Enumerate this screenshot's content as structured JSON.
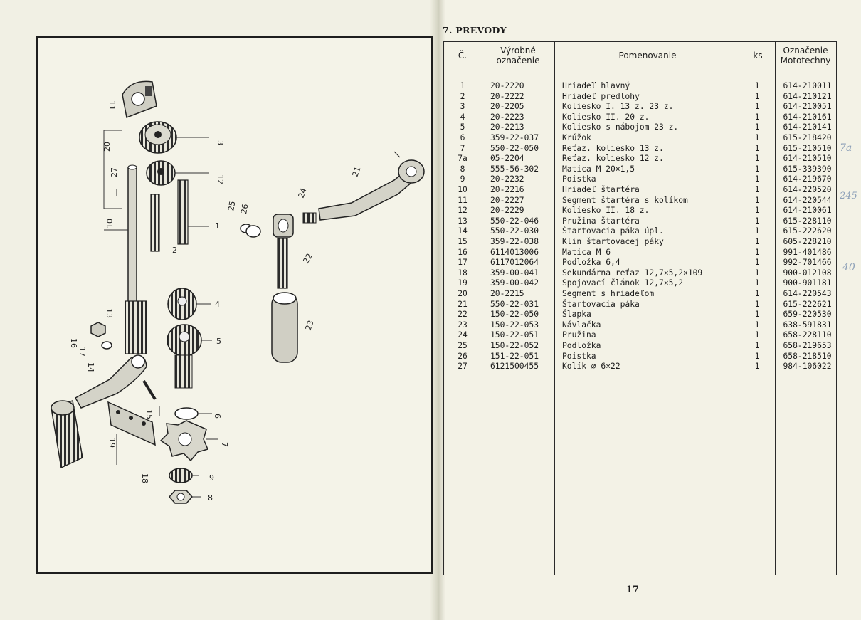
{
  "section_title": "7. PREVODY",
  "page_number": "17",
  "table": {
    "headers": {
      "no": "Č.",
      "code_line1": "Výrobné",
      "code_line2": "označenie",
      "name": "Pomenovanie",
      "ks": "ks",
      "moto_line1": "Označenie",
      "moto_line2": "Mototechny"
    },
    "rows": [
      {
        "no": "1",
        "code": "20-2220",
        "name": "Hriadeľ hlavný",
        "ks": "1",
        "moto": "614-210011"
      },
      {
        "no": "2",
        "code": "20-2222",
        "name": "Hriadeľ predlohy",
        "ks": "1",
        "moto": "614-210121"
      },
      {
        "no": "3",
        "code": "20-2205",
        "name": "Koliesko I. 13 z. 23 z.",
        "ks": "1",
        "moto": "614-210051"
      },
      {
        "no": "4",
        "code": "20-2223",
        "name": "Koliesko II. 20 z.",
        "ks": "1",
        "moto": "614-210161"
      },
      {
        "no": "5",
        "code": "20-2213",
        "name": "Koliesko s nábojom 23 z.",
        "ks": "1",
        "moto": "614-210141"
      },
      {
        "no": "6",
        "code": "359-22-037",
        "name": "Krúžok",
        "ks": "1",
        "moto": "615-218420"
      },
      {
        "no": "7",
        "code": "550-22-050",
        "name": "Reťaz. koliesko 13 z.",
        "ks": "1",
        "moto": "615-210510"
      },
      {
        "no": "7a",
        "code": "05-2204",
        "name": "Reťaz. koliesko 12 z.",
        "ks": "1",
        "moto": "614-210510"
      },
      {
        "no": "8",
        "code": "555-56-302",
        "name": "Matica M 20×1,5",
        "ks": "1",
        "moto": "615-339390"
      },
      {
        "no": "9",
        "code": "20-2232",
        "name": "Poistka",
        "ks": "1",
        "moto": "614-219670"
      },
      {
        "no": "10",
        "code": "20-2216",
        "name": "Hriadeľ štartéra",
        "ks": "1",
        "moto": "614-220520"
      },
      {
        "no": "11",
        "code": "20-2227",
        "name": "Segment štartéra s kolíkom",
        "ks": "1",
        "moto": "614-220544"
      },
      {
        "no": "12",
        "code": "20-2229",
        "name": "Koliesko II. 18 z.",
        "ks": "1",
        "moto": "614-210061"
      },
      {
        "no": "13",
        "code": "550-22-046",
        "name": "Pružina štartéra",
        "ks": "1",
        "moto": "615-228110"
      },
      {
        "no": "14",
        "code": "550-22-030",
        "name": "Štartovacia páka úpl.",
        "ks": "1",
        "moto": "615-222620"
      },
      {
        "no": "15",
        "code": "359-22-038",
        "name": "Klin štartovacej páky",
        "ks": "1",
        "moto": "605-228210"
      },
      {
        "no": "16",
        "code": "6114013006",
        "name": "Matica M 6",
        "ks": "1",
        "moto": "991-401486"
      },
      {
        "no": "17",
        "code": "6117012064",
        "name": "Podložka 6,4",
        "ks": "1",
        "moto": "992-701466"
      },
      {
        "no": "18",
        "code": "359-00-041",
        "name": "Sekundárna reťaz 12,7×5,2×109",
        "ks": "1",
        "moto": "900-012108"
      },
      {
        "no": "19",
        "code": "359-00-042",
        "name": "Spojovací článok 12,7×5,2",
        "ks": "1",
        "moto": "900-901181"
      },
      {
        "no": "20",
        "code": "20-2215",
        "name": "Segment s hriadeľom",
        "ks": "1",
        "moto": "614-220543"
      },
      {
        "no": "21",
        "code": "550-22-031",
        "name": "Štartovacia páka",
        "ks": "1",
        "moto": "615-222621"
      },
      {
        "no": "22",
        "code": "150-22-050",
        "name": "Šlapka",
        "ks": "1",
        "moto": "659-220530"
      },
      {
        "no": "23",
        "code": "150-22-053",
        "name": "Návlačka",
        "ks": "1",
        "moto": "638-591831"
      },
      {
        "no": "24",
        "code": "150-22-051",
        "name": "Pružina",
        "ks": "1",
        "moto": "658-228110"
      },
      {
        "no": "25",
        "code": "150-22-052",
        "name": "Podložka",
        "ks": "1",
        "moto": "658-219653"
      },
      {
        "no": "26",
        "code": "151-22-051",
        "name": "Poistka",
        "ks": "1",
        "moto": "658-218510"
      },
      {
        "no": "27",
        "code": "6121500455",
        "name": "Kolík ∅ 6×22",
        "ks": "1",
        "moto": "984-106022"
      }
    ]
  },
  "diagram_labels": [
    "11",
    "20",
    "27",
    "10",
    "12",
    "3",
    "1",
    "2",
    "13",
    "16",
    "17",
    "14",
    "4",
    "5",
    "15",
    "19",
    "18",
    "9",
    "8",
    "6",
    "7",
    "21",
    "24",
    "25",
    "26",
    "22",
    "23"
  ],
  "margin_notes": [
    "7a",
    "245",
    "40"
  ]
}
